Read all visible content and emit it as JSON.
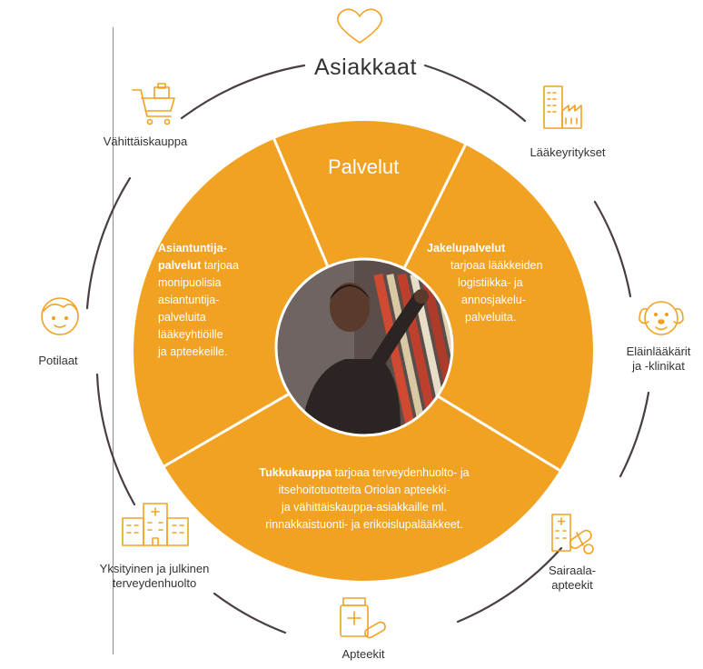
{
  "title": "Asiakkaat",
  "center_title": "Palvelut",
  "customers": {
    "vahittaiskauppa": "Vähittäiskauppa",
    "laakeyritykset": "Lääkeyritykset",
    "potilaat": "Potilaat",
    "elainlaakarit_1": "Eläinlääkärit",
    "elainlaakarit_2": "ja -klinikat",
    "yksityinen_1": "Yksityinen ja julkinen",
    "yksityinen_2": "terveydenhuolto",
    "sairaala_1": "Sairaala-",
    "sairaala_2": "apteekit",
    "apteekit": "Apteekit"
  },
  "services": {
    "asiantuntija": {
      "bold_1": "Asiantuntija-",
      "bold_2": "palvelut",
      "rest_2": " tarjoaa",
      "line_3": "monipuolisia",
      "line_4": "asiantuntija-",
      "line_5": "palveluita",
      "line_6": "lääkeyhtiöille",
      "line_7": "ja apteekeille."
    },
    "jakelu": {
      "bold": "Jakelupalvelut",
      "line_2": "tarjoaa lääkkeiden",
      "line_3": "logistiikka- ja",
      "line_4": "annosjakelu-",
      "line_5": "palveluita."
    },
    "tukku": {
      "bold": "Tukkukauppa",
      "rest_1": " tarjoaa terveydenhuolto- ja",
      "line_2": "itsehoitotuotteita Oriolan apteekki-",
      "line_3": "ja vähittäiskauppa-asiakkaille ml.",
      "line_4": "rinnakkaistuonti- ja erikoislupalääkkeet."
    }
  },
  "colors": {
    "accent": "#F2A223",
    "text": "#333333",
    "ring": "#4a3f3f"
  },
  "icons": [
    "heart-icon",
    "shopping-cart-icon",
    "factory-icon",
    "face-icon",
    "dog-icon",
    "hospital-icon",
    "medicine-icon",
    "medicine-bottle-icon"
  ]
}
